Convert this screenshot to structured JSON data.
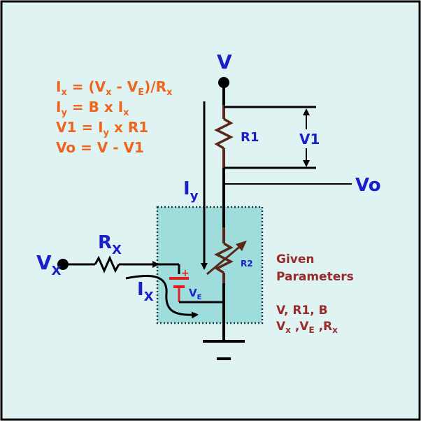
{
  "colors": {
    "background": "#dff4f2",
    "border": "#000000",
    "wire": "#000000",
    "resistor": "#5a2818",
    "box_fill": "#9fdcdc",
    "battery": "#e02020",
    "label_blue": "#1a20c8",
    "formula_orange": "#f0641e",
    "params_maroon": "#9b2a2a"
  },
  "formulas": {
    "line1": {
      "a": "I",
      "a_sub": "x",
      "b": " = (V",
      "b_sub": "x",
      "c": " - V",
      "c_sub": "E",
      "d": ")/R",
      "d_sub": "x"
    },
    "line2": {
      "a": "I",
      "a_sub": "y",
      "b": " = B x I",
      "b_sub": "x"
    },
    "line3": {
      "a": "V1 = I",
      "a_sub": "y",
      "b": " x R1"
    },
    "line4": "Vo = V - V1"
  },
  "labels": {
    "supply": "V",
    "r1": "R1",
    "v1": "V1",
    "vo": "Vo",
    "iy": "I",
    "iy_sub": "y",
    "rx": "R",
    "rx_sub": "X",
    "vx": "V",
    "vx_sub": "X",
    "ix": "I",
    "ix_sub": "X",
    "r2": "R2",
    "plus": "+",
    "ve": "V",
    "ve_sub": "E"
  },
  "params": {
    "title_line1": "Given",
    "title_line2": "Parameters",
    "list_line1": "V, R1, B",
    "list_line2": {
      "a": "V",
      "a_sub": "x",
      "b": " ,V",
      "b_sub": "E",
      "c": " ,R",
      "c_sub": "x"
    }
  }
}
